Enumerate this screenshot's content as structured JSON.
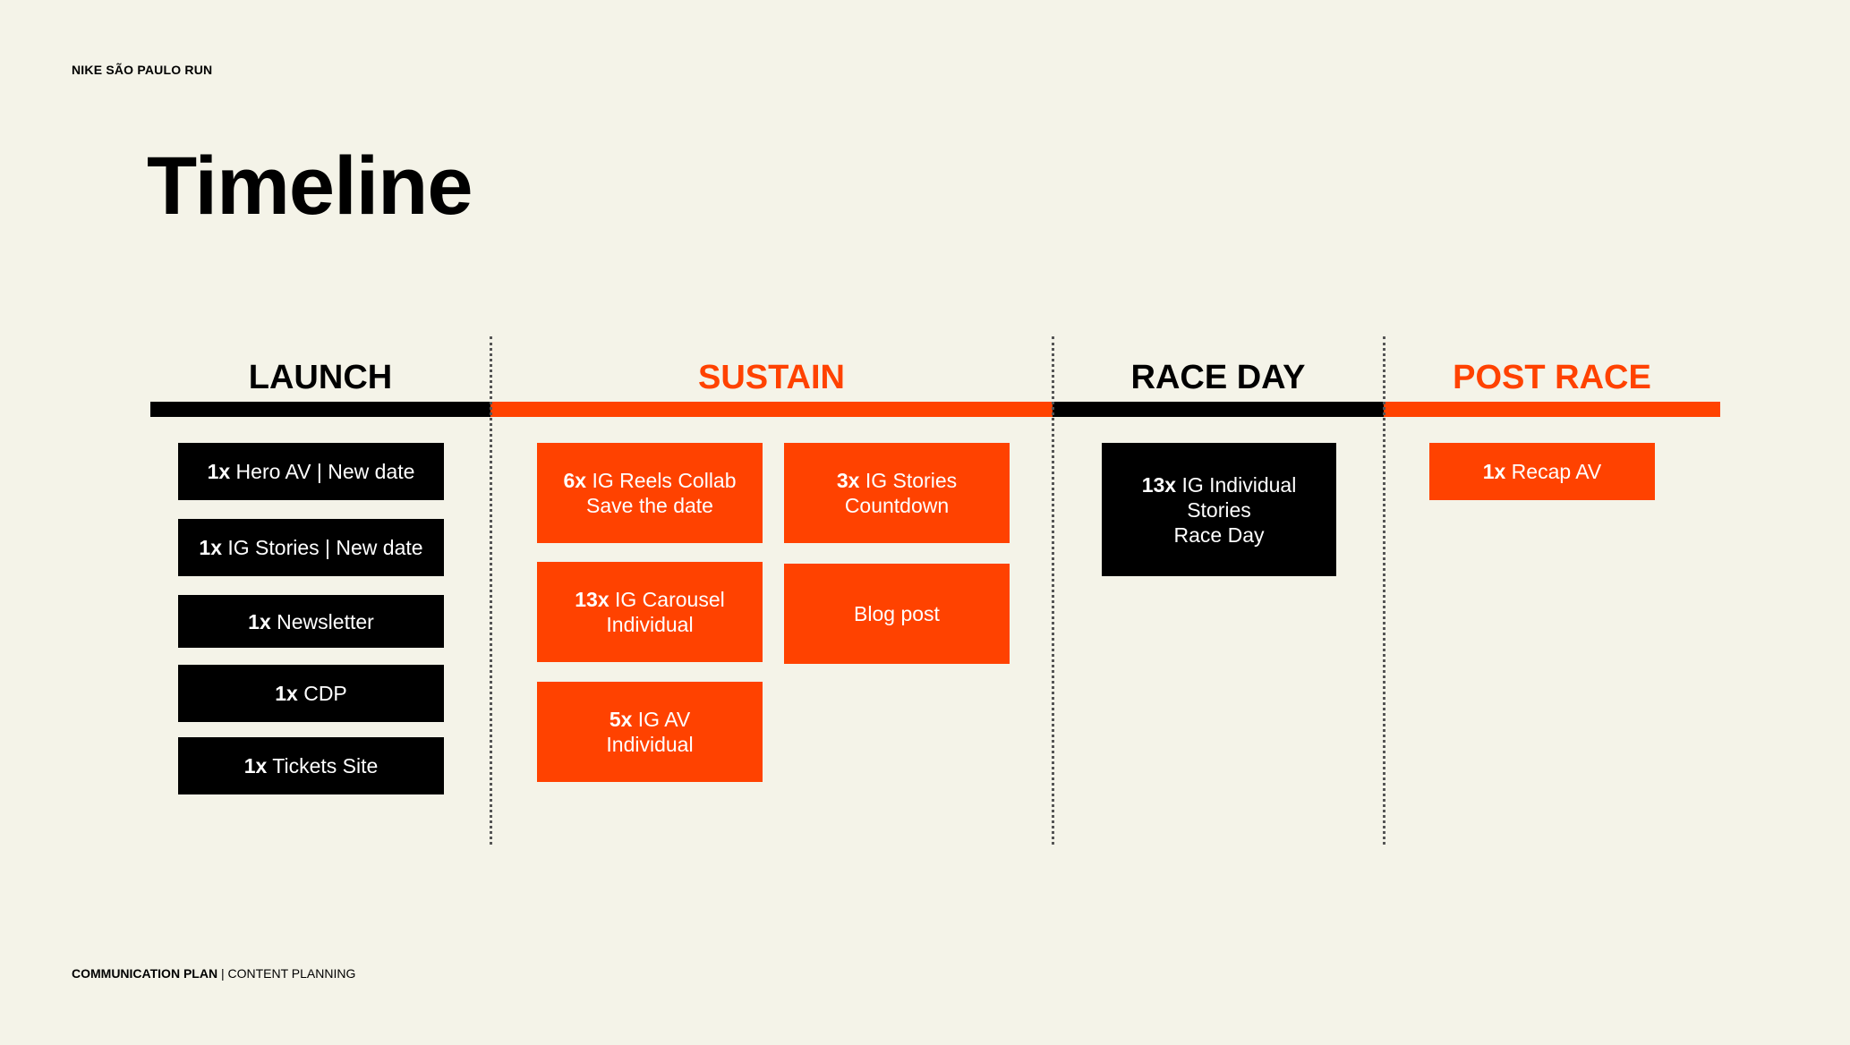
{
  "brand": "NIKE SÃO PAULO RUN",
  "title": "Timeline",
  "colors": {
    "background": "#f4f3e8",
    "accent": "#ff4200",
    "black": "#000000"
  },
  "phases": {
    "launch": {
      "label": "LAUNCH",
      "items": [
        {
          "qty": "1x",
          "text": " Hero AV | New date"
        },
        {
          "qty": "1x",
          "text": " IG Stories | New date"
        },
        {
          "qty": "1x",
          "text": " Newsletter"
        },
        {
          "qty": "1x",
          "text": " CDP"
        },
        {
          "qty": "1x",
          "text": " Tickets Site"
        }
      ]
    },
    "sustain": {
      "label": "SUSTAIN",
      "items": [
        {
          "qty": "6x",
          "line1": " IG Reels Collab",
          "line2": "Save the date"
        },
        {
          "qty": "3x",
          "line1": " IG Stories",
          "line2": "Countdown"
        },
        {
          "qty": "13x",
          "line1": " IG Carousel",
          "line2": "Individual"
        },
        {
          "qty": "",
          "line1": "Blog post",
          "line2": ""
        },
        {
          "qty": "5x",
          "line1": " IG AV",
          "line2": "Individual"
        }
      ]
    },
    "race_day": {
      "label": "RACE DAY",
      "items": [
        {
          "qty": "13x",
          "line1": " IG Individual",
          "line2": "Stories",
          "line3": "Race Day"
        }
      ]
    },
    "post_race": {
      "label": "POST RACE",
      "items": [
        {
          "qty": "1x",
          "text": " Recap AV"
        }
      ]
    }
  },
  "footer": {
    "bold": "COMMUNICATION PLAN",
    "rest": " | CONTENT PLANNING"
  }
}
